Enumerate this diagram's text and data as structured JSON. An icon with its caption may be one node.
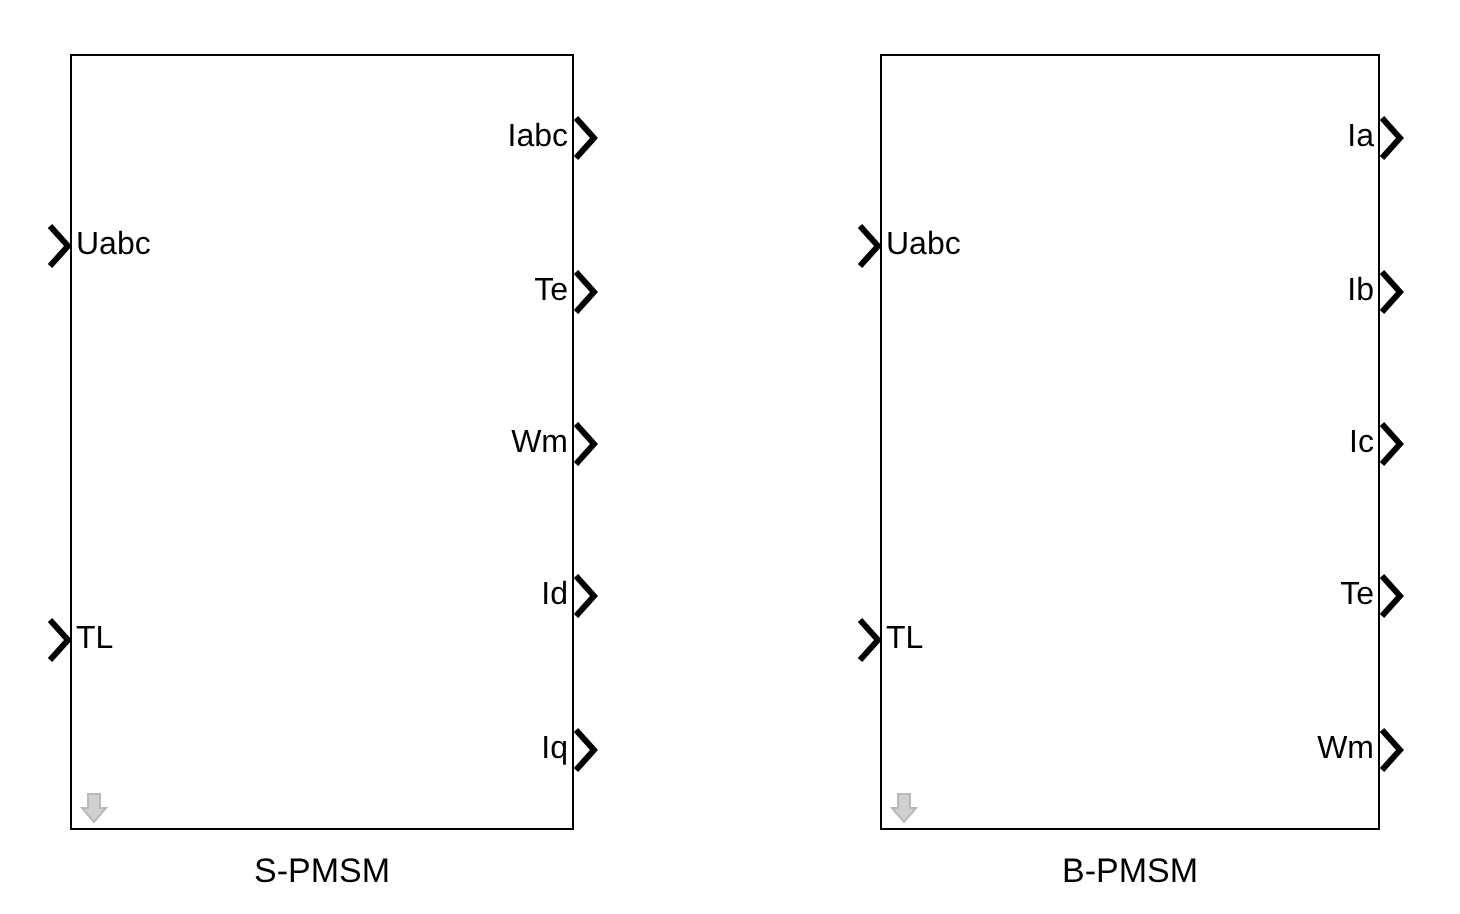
{
  "diagram": {
    "nodes": [
      {
        "text": [],
        "shape": "box",
        "beside": [
          "S-PMSM"
        ]
      },
      {
        "text": [
          "Uabc"
        ],
        "in": 0
      },
      {
        "text": [
          "TL"
        ],
        "in": 0
      },
      {
        "text": [
          "Iabc"
        ],
        "in": 0
      },
      {
        "text": [
          "Te"
        ],
        "in": 0
      },
      {
        "text": [
          "Wm"
        ],
        "in": 0
      },
      {
        "text": [
          "Id"
        ],
        "in": 0
      },
      {
        "text": [
          "Iq"
        ],
        "in": 0
      },
      {
        "text": [],
        "shape": "box",
        "beside": [
          "B-PMSM"
        ]
      },
      {
        "text": [
          "Uabc"
        ],
        "in": 8
      },
      {
        "text": [
          "TL"
        ],
        "in": 8
      },
      {
        "text": [
          "Ia"
        ],
        "in": 8
      },
      {
        "text": [
          "Ib"
        ],
        "in": 8
      },
      {
        "text": [
          "Ic"
        ],
        "in": 8
      },
      {
        "text": [
          "Te"
        ],
        "in": 8
      },
      {
        "text": [
          "Wm"
        ],
        "in": 8
      }
    ]
  }
}
